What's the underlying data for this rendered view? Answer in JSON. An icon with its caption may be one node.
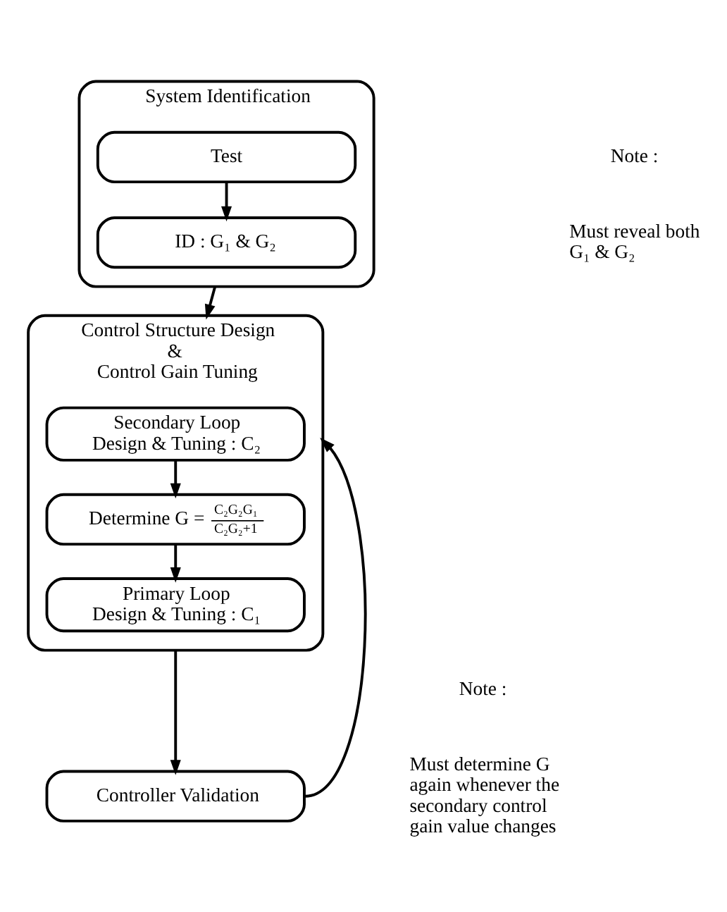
{
  "diagram": {
    "nodes": [
      {
        "text": [
          "System Identification"
        ]
      },
      {
        "text": [
          "Test"
        ],
        "in": 0
      },
      {
        "text": [
          "ID : G₁ & G₂"
        ],
        "in": 0
      },
      {
        "text": [
          "Control Structure Design & Control Gain Tuning"
        ]
      },
      {
        "text": [
          "Secondary Loop Design & Tuning : C₂"
        ],
        "in": 3
      },
      {
        "text": [
          "Determine G =",
          "C₂G₂G₁",
          "C₂G₂+1"
        ],
        "in": 3
      },
      {
        "text": [
          "Primary Loop Design & Tuning : C₁"
        ],
        "in": 3
      },
      {
        "text": [
          "Controller Validation"
        ]
      }
    ],
    "edges": [
      {
        "from": 1,
        "to": 2,
        "arrow": "to"
      },
      {
        "from": 0,
        "to": 3,
        "arrow": "to"
      },
      {
        "from": 4,
        "to": 5,
        "arrow": "to"
      },
      {
        "from": 5,
        "to": 6,
        "arrow": "to"
      },
      {
        "from": 3,
        "to": 7,
        "arrow": "to"
      },
      {
        "from": 7,
        "to": 3,
        "arrow": "to"
      }
    ],
    "labels": [
      "Note :",
      "Must reveal both G₁ & G₂",
      "Note :",
      "Must determine G again whenever the secondary control gain value changes"
    ]
  }
}
